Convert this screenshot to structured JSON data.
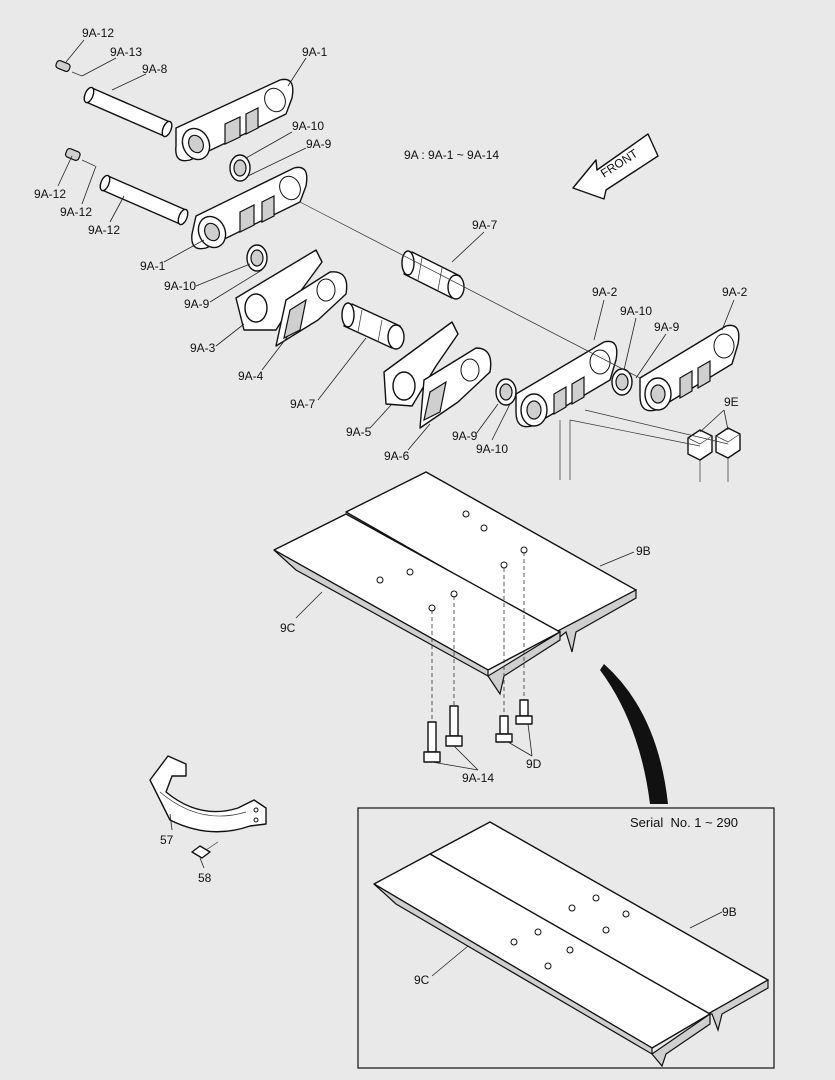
{
  "labels": {
    "p9a12_top": "9A-12",
    "p9a13": "9A-13",
    "p9a8": "9A-8",
    "p9a1_top": "9A-1",
    "p9a10_top": "9A-10",
    "p9a9_top": "9A-9",
    "p9a12_a": "9A-12",
    "p9a12_b": "9A-12",
    "p9a12_c": "9A-12",
    "p9a1_mid": "9A-1",
    "p9a10_mid": "9A-10",
    "p9a9_mid": "9A-9",
    "p9a3": "9A-3",
    "p9a4": "9A-4",
    "p9a7_upper": "9A-7",
    "p9a7_lower": "9A-7",
    "p9a5": "9A-5",
    "p9a6": "9A-6",
    "p9a9_low": "9A-9",
    "p9a10_low": "9A-10",
    "p9a2_a": "9A-2",
    "p9a2_b": "9A-2",
    "p9a10_right": "9A-10",
    "p9a9_right": "9A-9",
    "p9e": "9E",
    "p9b": "9B",
    "p9c": "9C",
    "p9a14": "9A-14",
    "p9d": "9D",
    "p57": "57",
    "p58": "58",
    "p9b_inset": "9B",
    "p9c_inset": "9C"
  },
  "note": "9A : 9A-1 ~ 9A-14",
  "front_arrow": "FRONT",
  "inset_title": "Serial  No. 1 ~ 290"
}
